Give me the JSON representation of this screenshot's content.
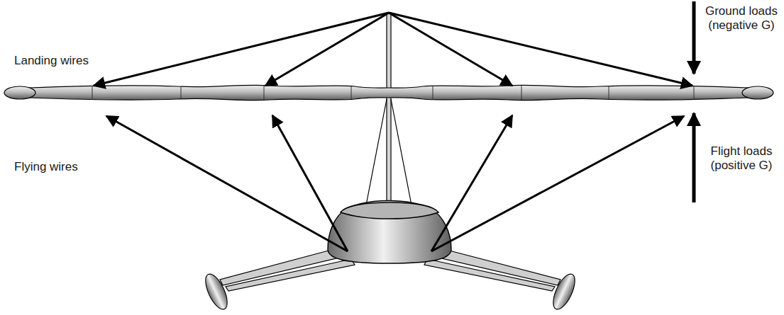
{
  "diagram": {
    "labels": [
      "Landing wires",
      "Flying wires",
      "Ground loads (negative G)",
      "Flight loads (positive G)"
    ]
  }
}
